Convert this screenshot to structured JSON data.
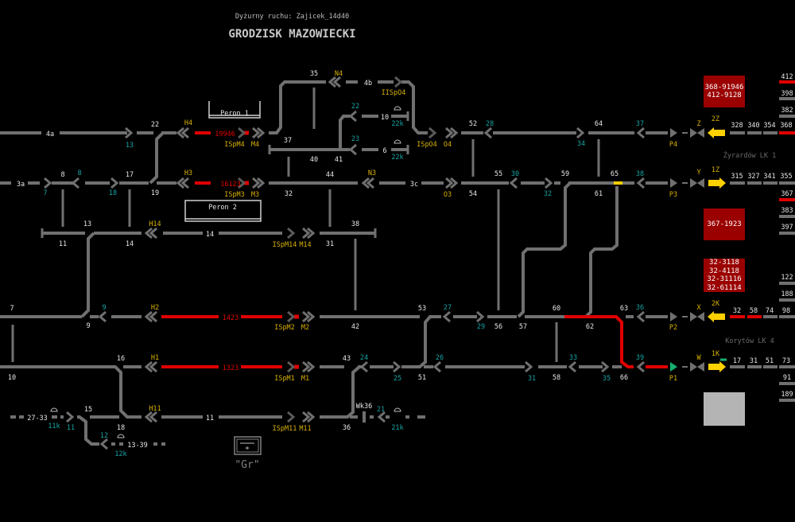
{
  "header": {
    "dispatcher": "Dyżurny ruchu: Zajicek_14d40",
    "station": "GRODZISK MAZOWIECKI"
  },
  "platforms": [
    "Peron 1",
    "Peron 2"
  ],
  "lines": {
    "lk1": "Żyrardów LK 1",
    "lk4": "Korytów LK 4"
  },
  "train_boxes": [
    {
      "lines": [
        "368-91946",
        "412-9128"
      ]
    },
    {
      "lines": [
        "367-1923"
      ]
    },
    {
      "lines": [
        "32-3118",
        "32-4118",
        "32-31116",
        "32-61114"
      ]
    }
  ],
  "grouping_button": "\"Gr\"",
  "colors": {
    "track": "#707070",
    "occupied": "#e00000",
    "white": "#e6e6e6",
    "cyan": "#15a3a3",
    "yellow": "#d8b000",
    "signal_green": "#17b070",
    "arrow": "#ffd000",
    "box": "#9a0000"
  },
  "labels": [
    {
      "t": "4a",
      "c": "w"
    },
    {
      "t": "22",
      "c": "w"
    },
    {
      "t": "35",
      "c": "w"
    },
    {
      "t": "4b",
      "c": "w"
    },
    {
      "t": "10",
      "c": "w"
    },
    {
      "t": "6",
      "c": "w"
    },
    {
      "t": "37",
      "c": "w"
    },
    {
      "t": "40",
      "c": "w"
    },
    {
      "t": "41",
      "c": "w"
    },
    {
      "t": "3a",
      "c": "w"
    },
    {
      "t": "8",
      "c": "w"
    },
    {
      "t": "17",
      "c": "w"
    },
    {
      "t": "19",
      "c": "w"
    },
    {
      "t": "32",
      "c": "w"
    },
    {
      "t": "44",
      "c": "w"
    },
    {
      "t": "3c",
      "c": "w"
    },
    {
      "t": "52",
      "c": "w"
    },
    {
      "t": "64",
      "c": "w"
    },
    {
      "t": "55",
      "c": "w"
    },
    {
      "t": "59",
      "c": "w"
    },
    {
      "t": "65",
      "c": "w"
    },
    {
      "t": "54",
      "c": "w"
    },
    {
      "t": "61",
      "c": "w"
    },
    {
      "t": "13",
      "c": "w"
    },
    {
      "t": "11",
      "c": "w"
    },
    {
      "t": "14",
      "c": "w"
    },
    {
      "t": "14",
      "c": "w"
    },
    {
      "t": "38",
      "c": "w"
    },
    {
      "t": "31",
      "c": "w"
    },
    {
      "t": "7",
      "c": "w"
    },
    {
      "t": "9",
      "c": "w"
    },
    {
      "t": "42",
      "c": "w"
    },
    {
      "t": "53",
      "c": "w"
    },
    {
      "t": "56",
      "c": "w"
    },
    {
      "t": "57",
      "c": "w"
    },
    {
      "t": "60",
      "c": "w"
    },
    {
      "t": "62",
      "c": "w"
    },
    {
      "t": "63",
      "c": "w"
    },
    {
      "t": "16",
      "c": "w"
    },
    {
      "t": "10",
      "c": "w"
    },
    {
      "t": "43",
      "c": "w"
    },
    {
      "t": "51",
      "c": "w"
    },
    {
      "t": "58",
      "c": "w"
    },
    {
      "t": "66",
      "c": "w"
    },
    {
      "t": "15",
      "c": "w"
    },
    {
      "t": "18",
      "c": "w"
    },
    {
      "t": "11",
      "c": "w"
    },
    {
      "t": "36",
      "c": "w"
    },
    {
      "t": "27-33",
      "c": "w"
    },
    {
      "t": "13-39",
      "c": "w"
    },
    {
      "t": "Wk36",
      "c": "w"
    },
    {
      "t": "328",
      "c": "w"
    },
    {
      "t": "340",
      "c": "w"
    },
    {
      "t": "354",
      "c": "w"
    },
    {
      "t": "368",
      "c": "w"
    },
    {
      "t": "315",
      "c": "w"
    },
    {
      "t": "327",
      "c": "w"
    },
    {
      "t": "341",
      "c": "w"
    },
    {
      "t": "355",
      "c": "w"
    },
    {
      "t": "32",
      "c": "w"
    },
    {
      "t": "58",
      "c": "w"
    },
    {
      "t": "74",
      "c": "w"
    },
    {
      "t": "98",
      "c": "w"
    },
    {
      "t": "17",
      "c": "w"
    },
    {
      "t": "31",
      "c": "w"
    },
    {
      "t": "51",
      "c": "w"
    },
    {
      "t": "73",
      "c": "w"
    },
    {
      "t": "412",
      "c": "w"
    },
    {
      "t": "398",
      "c": "w"
    },
    {
      "t": "382",
      "c": "w"
    },
    {
      "t": "367",
      "c": "w"
    },
    {
      "t": "383",
      "c": "w"
    },
    {
      "t": "397",
      "c": "w"
    },
    {
      "t": "122",
      "c": "w"
    },
    {
      "t": "188",
      "c": "w"
    },
    {
      "t": "91",
      "c": "w"
    },
    {
      "t": "189",
      "c": "w"
    },
    {
      "t": "13",
      "c": "c"
    },
    {
      "t": "22",
      "c": "c"
    },
    {
      "t": "22k",
      "c": "c"
    },
    {
      "t": "23",
      "c": "c"
    },
    {
      "t": "22k",
      "c": "c"
    },
    {
      "t": "7",
      "c": "c"
    },
    {
      "t": "8",
      "c": "c"
    },
    {
      "t": "18",
      "c": "c"
    },
    {
      "t": "28",
      "c": "c"
    },
    {
      "t": "34",
      "c": "c"
    },
    {
      "t": "30",
      "c": "c"
    },
    {
      "t": "32",
      "c": "c"
    },
    {
      "t": "37",
      "c": "c"
    },
    {
      "t": "38",
      "c": "c"
    },
    {
      "t": "9",
      "c": "c"
    },
    {
      "t": "27",
      "c": "c"
    },
    {
      "t": "29",
      "c": "c"
    },
    {
      "t": "36",
      "c": "c"
    },
    {
      "t": "24",
      "c": "c"
    },
    {
      "t": "25",
      "c": "c"
    },
    {
      "t": "26",
      "c": "c"
    },
    {
      "t": "31",
      "c": "c"
    },
    {
      "t": "33",
      "c": "c"
    },
    {
      "t": "35",
      "c": "c"
    },
    {
      "t": "39",
      "c": "c"
    },
    {
      "t": "11k",
      "c": "c"
    },
    {
      "t": "11",
      "c": "c"
    },
    {
      "t": "12",
      "c": "c"
    },
    {
      "t": "12k",
      "c": "c"
    },
    {
      "t": "21",
      "c": "c"
    },
    {
      "t": "21k",
      "c": "c"
    },
    {
      "t": "H4",
      "c": "y"
    },
    {
      "t": "ISpM4",
      "c": "y"
    },
    {
      "t": "M4",
      "c": "y"
    },
    {
      "t": "N4",
      "c": "y"
    },
    {
      "t": "IISpO4",
      "c": "y"
    },
    {
      "t": "ISpO4",
      "c": "y"
    },
    {
      "t": "O4",
      "c": "y"
    },
    {
      "t": "H3",
      "c": "y"
    },
    {
      "t": "ISpM3",
      "c": "y"
    },
    {
      "t": "M3",
      "c": "y"
    },
    {
      "t": "N3",
      "c": "y"
    },
    {
      "t": "O3",
      "c": "y"
    },
    {
      "t": "H14",
      "c": "y"
    },
    {
      "t": "ISpM14",
      "c": "y"
    },
    {
      "t": "M14",
      "c": "y"
    },
    {
      "t": "H2",
      "c": "y"
    },
    {
      "t": "ISpM2",
      "c": "y"
    },
    {
      "t": "M2",
      "c": "y"
    },
    {
      "t": "H1",
      "c": "y"
    },
    {
      "t": "ISpM1",
      "c": "y"
    },
    {
      "t": "M1",
      "c": "y"
    },
    {
      "t": "H11",
      "c": "y"
    },
    {
      "t": "ISpM11",
      "c": "y"
    },
    {
      "t": "M11",
      "c": "y"
    },
    {
      "t": "P4",
      "c": "y"
    },
    {
      "t": "P3",
      "c": "y"
    },
    {
      "t": "P2",
      "c": "y"
    },
    {
      "t": "P1",
      "c": "y"
    },
    {
      "t": "Z",
      "c": "y"
    },
    {
      "t": "Y",
      "c": "y"
    },
    {
      "t": "X",
      "c": "y"
    },
    {
      "t": "W",
      "c": "y"
    },
    {
      "t": "2Z",
      "c": "y"
    },
    {
      "t": "1Z",
      "c": "y"
    },
    {
      "t": "2K",
      "c": "y"
    },
    {
      "t": "1K",
      "c": "y"
    },
    {
      "t": "19946",
      "c": "r"
    },
    {
      "t": "16123",
      "c": "r"
    },
    {
      "t": "1423",
      "c": "r"
    },
    {
      "t": "1323",
      "c": "r"
    }
  ]
}
